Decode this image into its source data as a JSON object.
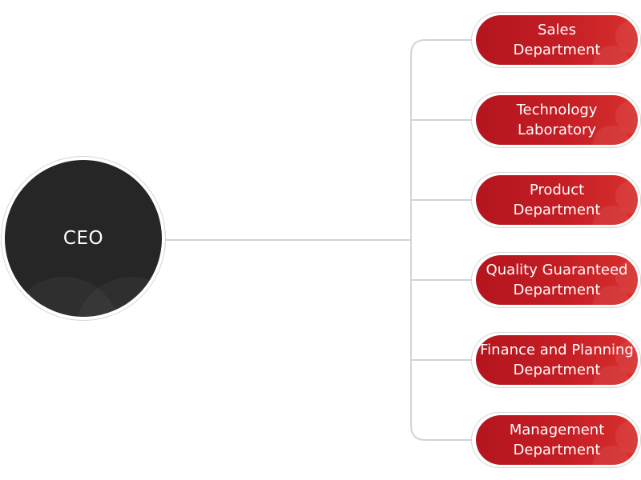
{
  "chart": {
    "root": {
      "label": "CEO"
    },
    "departments": [
      {
        "line1": "Sales",
        "line2": "Department"
      },
      {
        "line1": "Technology",
        "line2": "Laboratory"
      },
      {
        "line1": "Product",
        "line2": "Department"
      },
      {
        "line1": "Quality Guaranteed",
        "line2": "Department"
      },
      {
        "line1": "Finance and Planning",
        "line2": "Department"
      },
      {
        "line1": "Management",
        "line2": "Department"
      }
    ]
  },
  "colors": {
    "root_fill": "#262626",
    "department_fill": "#c51e25",
    "connector": "#d4d4d4",
    "label_text": "#ffffff"
  }
}
